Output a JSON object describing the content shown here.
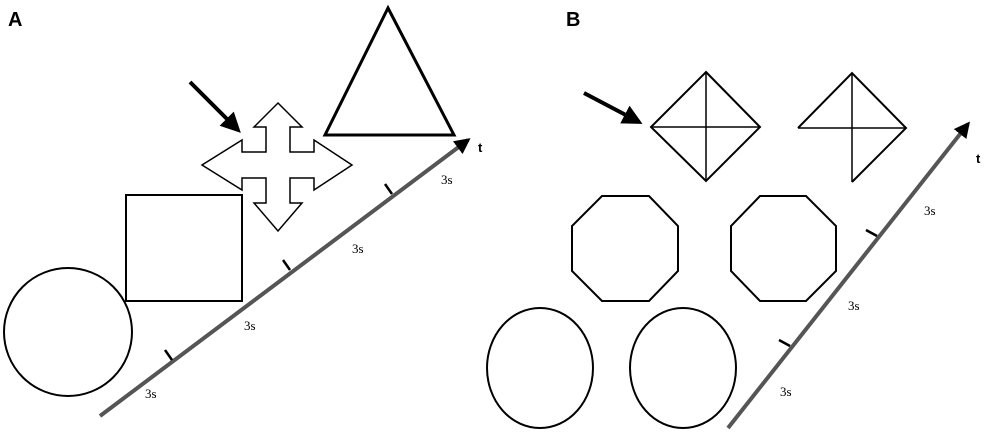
{
  "panels": {
    "a": {
      "label": "A",
      "axis_label": "t",
      "interval_labels": [
        "3s",
        "3s",
        "3s",
        "3s"
      ]
    },
    "b": {
      "label": "B",
      "axis_label": "t",
      "interval_labels": [
        "3s",
        "3s",
        "3s"
      ]
    }
  },
  "colors": {
    "stroke": "#000000",
    "timeline": "#555555",
    "background": "#ffffff"
  }
}
